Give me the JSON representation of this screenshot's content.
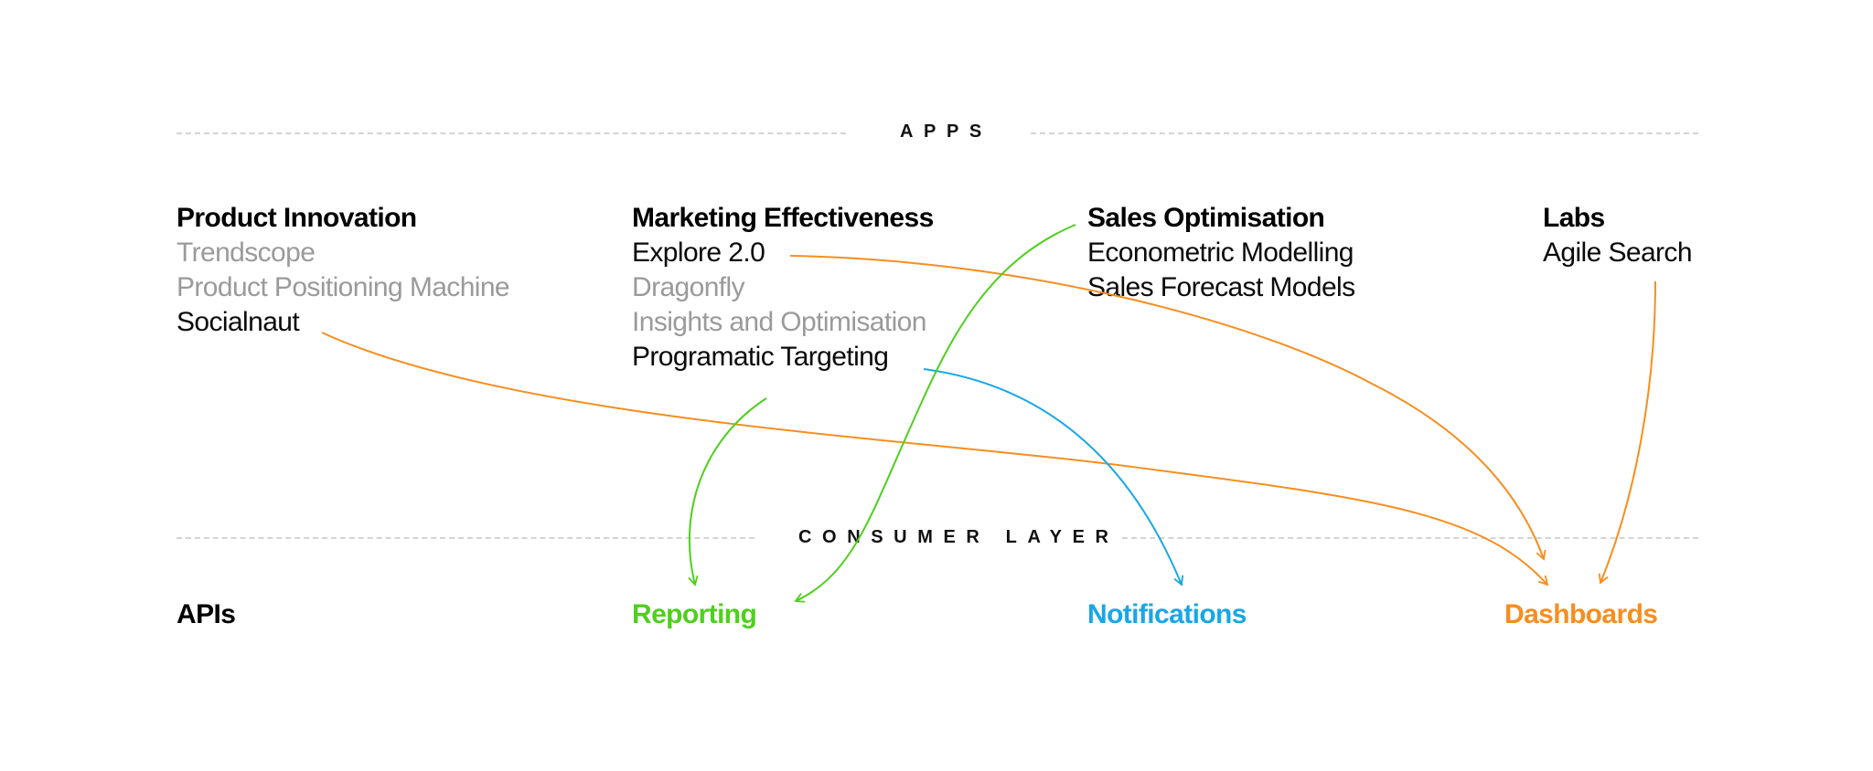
{
  "sections": {
    "apps_label": "APPS",
    "consumer_label": "CONSUMER LAYER"
  },
  "apps": [
    {
      "title": "Product Innovation",
      "items": [
        {
          "label": "Trendscope",
          "active": false
        },
        {
          "label": "Product Positioning Machine",
          "active": false
        },
        {
          "label": "Socialnaut",
          "active": true
        }
      ]
    },
    {
      "title": "Marketing Effectiveness",
      "items": [
        {
          "label": "Explore 2.0",
          "active": true
        },
        {
          "label": "Dragonfly",
          "active": false
        },
        {
          "label": "Insights and Optimisation",
          "active": false
        },
        {
          "label": "Programatic Targeting",
          "active": true
        }
      ]
    },
    {
      "title": "Sales Optimisation",
      "items": [
        {
          "label": "Econometric Modelling",
          "active": true
        },
        {
          "label": "Sales Forecast Models",
          "active": true
        }
      ]
    },
    {
      "title": "Labs",
      "items": [
        {
          "label": "Agile Search",
          "active": true
        }
      ]
    }
  ],
  "consumers": [
    {
      "label": "APIs",
      "color": "#000000"
    },
    {
      "label": "Reporting",
      "color": "#4fcf1e"
    },
    {
      "label": "Notifications",
      "color": "#18a7e6"
    },
    {
      "label": "Dashboards",
      "color": "#f78e1e"
    }
  ],
  "connections": [
    {
      "from": "Socialnaut",
      "to": "Dashboards",
      "color": "#f78e1e"
    },
    {
      "from": "Explore 2.0",
      "to": "Dashboards",
      "color": "#f78e1e"
    },
    {
      "from": "Agile Search",
      "to": "Dashboards",
      "color": "#f78e1e"
    },
    {
      "from": "Programatic Targeting",
      "to": "Notifications",
      "color": "#18a7e6"
    },
    {
      "from": "Programatic Targeting",
      "to": "Reporting",
      "color": "#4fcf1e"
    },
    {
      "from": "Sales Optimisation",
      "to": "Reporting",
      "color": "#4fcf1e"
    }
  ]
}
